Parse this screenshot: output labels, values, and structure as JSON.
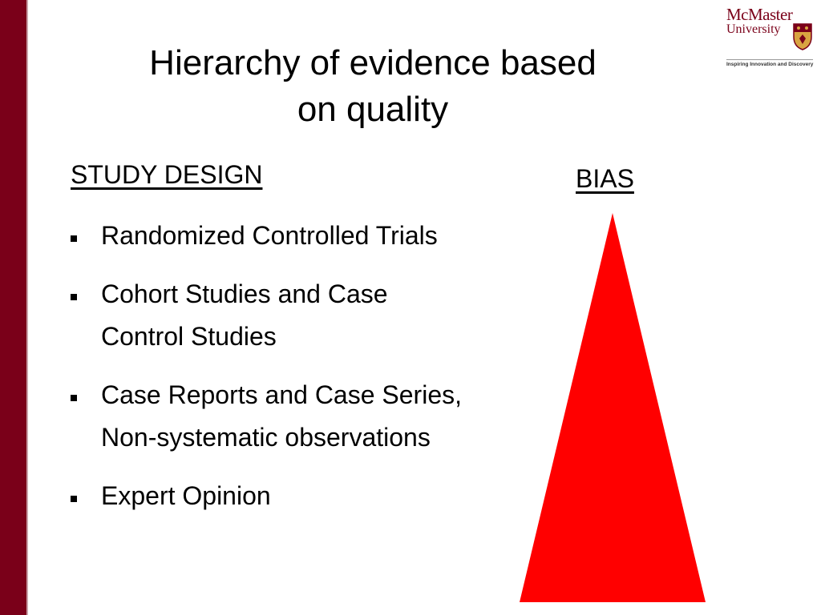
{
  "logo": {
    "name_line1": "McMaster",
    "name_line2": "University",
    "tagline": "Inspiring Innovation and Discovery",
    "brand_color": "#7a0019",
    "crest_icon": "university-crest-icon"
  },
  "slide": {
    "title": "Hierarchy of evidence based on quality",
    "study_design_heading": "STUDY DESIGN",
    "bias_heading": "BIAS",
    "bullets": [
      "Randomized Controlled Trials",
      "Cohort Studies and Case Control Studies",
      "Case Reports and Case Series, Non-systematic observations",
      "Expert Opinion"
    ],
    "triangle_color": "#ff0000",
    "left_bar_color": "#7a0019"
  }
}
